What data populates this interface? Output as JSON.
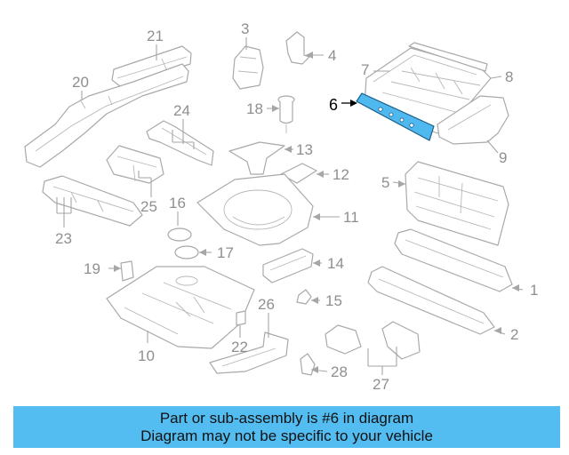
{
  "diagram": {
    "highlighted_part": "6",
    "highlight_color": "#4fb8ee",
    "callouts": [
      "1",
      "2",
      "3",
      "4",
      "5",
      "6",
      "7",
      "8",
      "9",
      "10",
      "11",
      "12",
      "13",
      "14",
      "15",
      "16",
      "17",
      "18",
      "19",
      "20",
      "21",
      "22",
      "23",
      "24",
      "25",
      "26",
      "27",
      "28"
    ]
  },
  "caption": {
    "line1": "Part or sub-assembly is #6 in diagram",
    "line2": "Diagram may not be specific to your vehicle",
    "background": "#53bdf2"
  }
}
